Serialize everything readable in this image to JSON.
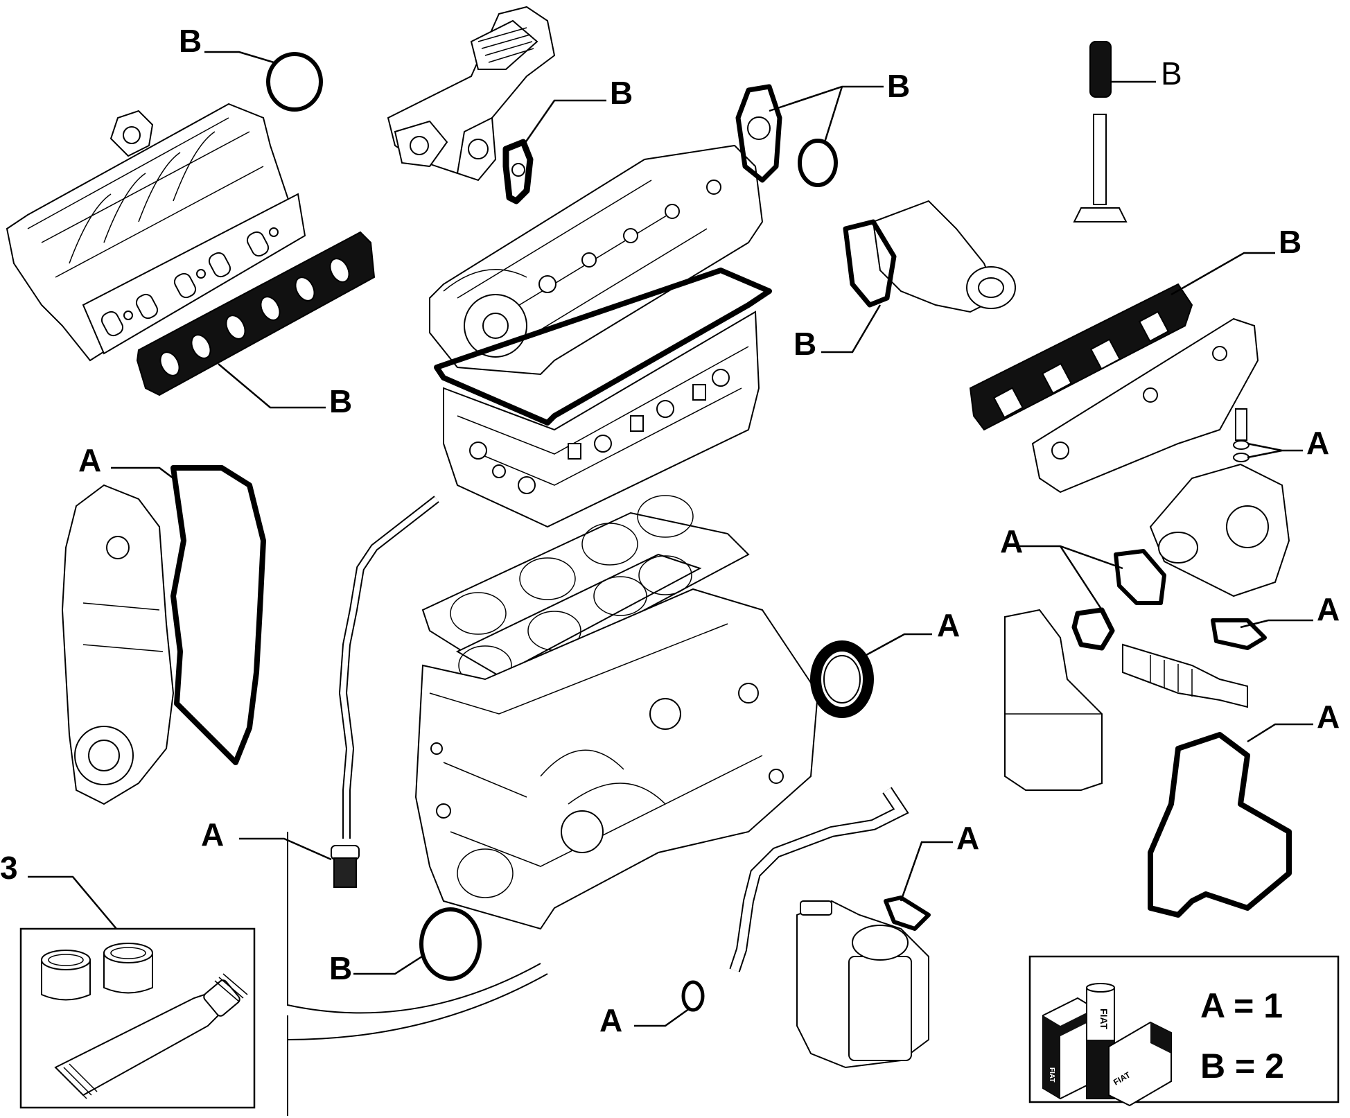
{
  "callouts": [
    {
      "id": "b-intake-ring",
      "text": "B"
    },
    {
      "id": "b-egr-gasket",
      "text": "B"
    },
    {
      "id": "b-flange-gaskets",
      "text": "B"
    },
    {
      "id": "b-valve-seal",
      "text": "B"
    },
    {
      "id": "b-exhaust-gasket",
      "text": "B"
    },
    {
      "id": "b-thermostat-gasket",
      "text": "B"
    },
    {
      "id": "b-intake-gasket",
      "text": "B"
    },
    {
      "id": "a-timing-gasket",
      "text": "A"
    },
    {
      "id": "a-studs",
      "text": "A"
    },
    {
      "id": "a-turbo-gasket",
      "text": "A"
    },
    {
      "id": "a-egr-pipe-gasket",
      "text": "A"
    },
    {
      "id": "a-crank-seal",
      "text": "A"
    },
    {
      "id": "a-oil-filter-gasket",
      "text": "A"
    },
    {
      "id": "a-drain-plug",
      "text": "A"
    },
    {
      "id": "a-oil-cooler-gasket",
      "text": "A"
    },
    {
      "id": "a-pipe-oring",
      "text": "A"
    },
    {
      "id": "b-rear-oring",
      "text": "B"
    },
    {
      "id": "kit-3",
      "text": "3"
    }
  ],
  "legend": {
    "line_a": "A = 1",
    "line_b": "B = 2",
    "brand": "FIAT"
  }
}
